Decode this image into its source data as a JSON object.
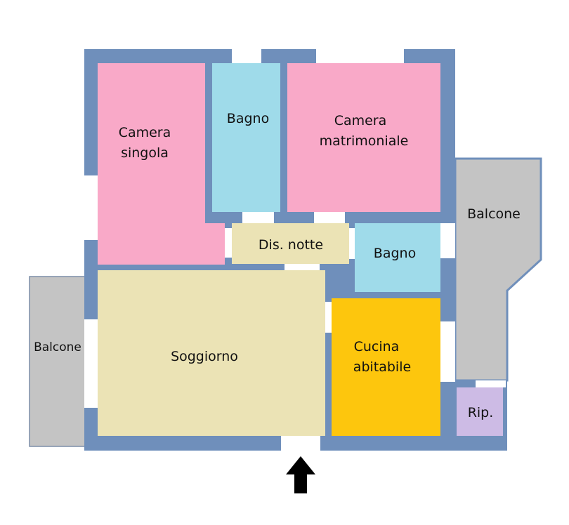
{
  "colors": {
    "wall": "#6f8fbb",
    "wall_stroke": "#5f7fab",
    "pink": "#f9a9c8",
    "light_blue": "#9fdbea",
    "beige": "#ebe3b5",
    "yellow": "#fdc60d",
    "gray": "#c4c4c4",
    "lavender": "#cdbbe5",
    "arrow": "#000000"
  },
  "rooms": {
    "camera_singola": [
      "Camera",
      "singola"
    ],
    "bagno_top": "Bagno",
    "camera_matrimoniale": [
      "Camera",
      "matrimoniale"
    ],
    "dis_notte": "Dis. notte",
    "bagno_mid": "Bagno",
    "balcone_right": "Balcone",
    "balcone_left": "Balcone",
    "soggiorno": "Soggiorno",
    "cucina": [
      "Cucina",
      "abitabile"
    ],
    "ripostiglio": "Rip."
  }
}
